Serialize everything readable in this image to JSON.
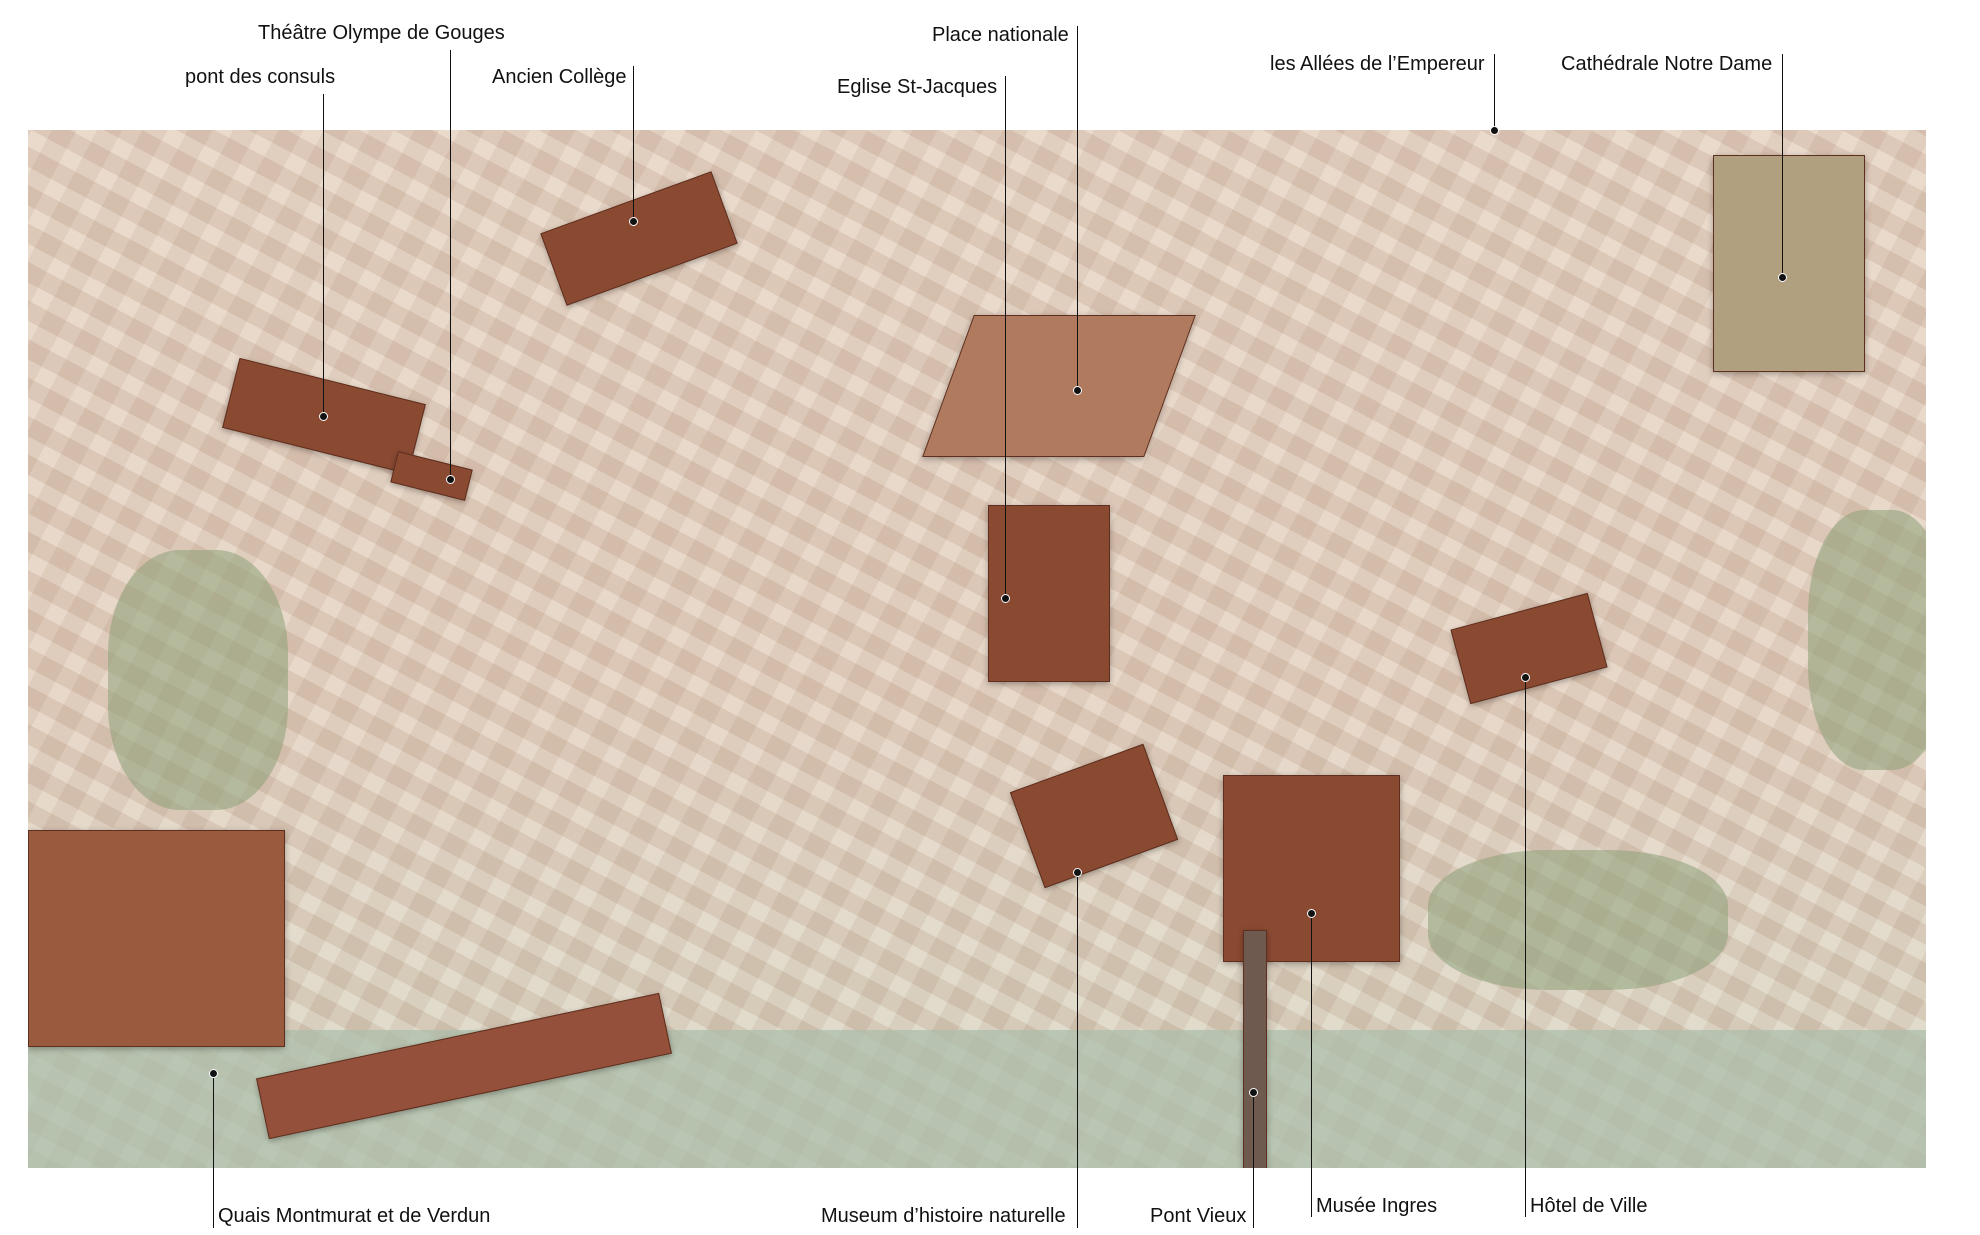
{
  "map": {
    "labels_top": [
      "Théâtre Olympe de Gouges",
      "pont des consuls",
      "Ancien Collège",
      "Place nationale",
      "Eglise St-Jacques",
      "les Allées de l’Empereur",
      "Cathédrale Notre Dame"
    ],
    "labels_bottom": [
      "Quais Montmurat et de Verdun",
      "Museum d’histoire naturelle",
      "Pont Vieux",
      "Musée Ingres",
      "Hôtel de Ville"
    ]
  }
}
